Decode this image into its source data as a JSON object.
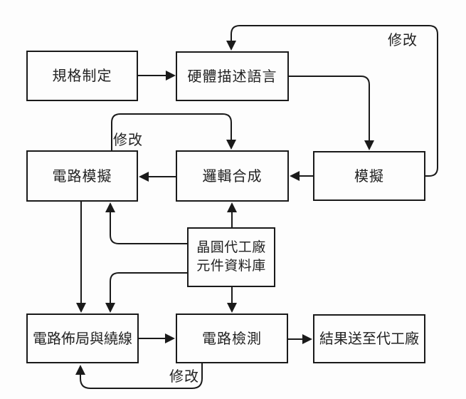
{
  "diagram": {
    "description": "IC design flow diagram",
    "colors": {
      "background": "#fdfdfd",
      "line": "#1a1a1a",
      "text": "#222222"
    },
    "nodes": {
      "spec": {
        "label": "規格制定"
      },
      "hdl": {
        "label": "硬體描述語言"
      },
      "circuit_sim": {
        "label": "電路模擬"
      },
      "logic_synth": {
        "label": "邏輯合成"
      },
      "sim": {
        "label": "模擬"
      },
      "foundry_lib": {
        "line1": "晶圓代工廠",
        "line2": "元件資料庫"
      },
      "layout_routing": {
        "label": "電路佈局與繞線"
      },
      "circuit_test": {
        "label": "電路檢測"
      },
      "send_result": {
        "label": "結果送至代工廠"
      }
    },
    "edge_labels": {
      "modify_top": "修改",
      "modify_mid": "修改",
      "modify_bottom": "修改"
    },
    "edges": [
      {
        "from": "規格制定",
        "to": "硬體描述語言",
        "label": ""
      },
      {
        "from": "硬體描述語言",
        "to": "模擬",
        "label": ""
      },
      {
        "from": "模擬",
        "to": "邏輯合成",
        "label": ""
      },
      {
        "from": "邏輯合成",
        "to": "電路模擬",
        "label": ""
      },
      {
        "from": "模擬",
        "to": "硬體描述語言",
        "label": "修改"
      },
      {
        "from": "電路模擬",
        "to": "邏輯合成",
        "label": "修改"
      },
      {
        "from": "電路模擬",
        "to": "電路佈局與繞線",
        "label": ""
      },
      {
        "from": "晶圓代工廠元件資料庫",
        "to": "電路模擬",
        "label": ""
      },
      {
        "from": "晶圓代工廠元件資料庫",
        "to": "邏輯合成",
        "label": ""
      },
      {
        "from": "晶圓代工廠元件資料庫",
        "to": "電路佈局與繞線",
        "label": ""
      },
      {
        "from": "晶圓代工廠元件資料庫",
        "to": "電路檢測",
        "label": ""
      },
      {
        "from": "電路佈局與繞線",
        "to": "電路檢測",
        "label": ""
      },
      {
        "from": "電路檢測",
        "to": "結果送至代工廠",
        "label": ""
      },
      {
        "from": "電路檢測",
        "to": "電路佈局與繞線",
        "label": "修改"
      }
    ]
  }
}
